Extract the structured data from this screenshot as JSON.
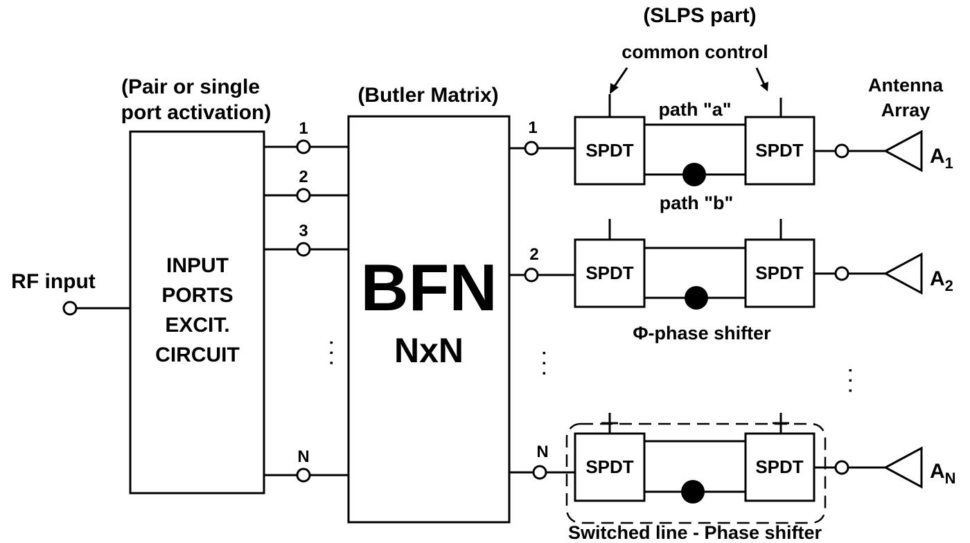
{
  "title": "(SLPS part)",
  "labels": {
    "common_control": "common control",
    "pair_line1": "(Pair or single",
    "pair_line2": "port activation)",
    "butler": "(Butler Matrix)",
    "antenna_line1": "Antenna",
    "antenna_line2": "Array",
    "path_a": "path \"a\"",
    "path_b": "path \"b\"",
    "rf_input": "RF input",
    "phase_symbol": "Φ-",
    "phase_text": "phase shifter",
    "switched_line": "Switched line - Phase shifter"
  },
  "excit_box": {
    "line1": "INPUT",
    "line2": "PORTS",
    "line3": "EXCIT.",
    "line4": "CIRCUIT"
  },
  "bfn_box": {
    "title": "BFN",
    "subtitle": "NxN"
  },
  "input_ports": [
    "1",
    "2",
    "3",
    "N"
  ],
  "output_ports": [
    "1",
    "2",
    "N"
  ],
  "switch_label": "SPDT",
  "antennas": [
    {
      "letter": "A",
      "sub": "1"
    },
    {
      "letter": "A",
      "sub": "2"
    },
    {
      "letter": "A",
      "sub": "N"
    }
  ],
  "ellipsis": "· · ·"
}
